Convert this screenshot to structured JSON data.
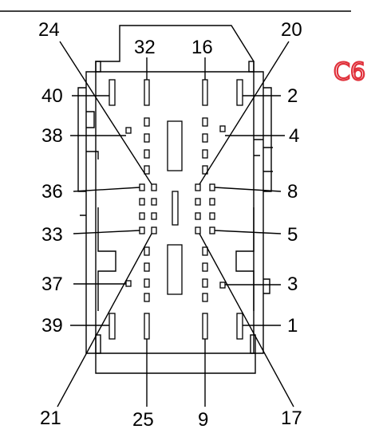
{
  "diagram": {
    "connector_code": "C6",
    "pin_labels": {
      "p1": "1",
      "p2": "2",
      "p3": "3",
      "p4": "4",
      "p5": "5",
      "p8": "8",
      "p9": "9",
      "p16": "16",
      "p17": "17",
      "p20": "20",
      "p21": "21",
      "p24": "24",
      "p25": "25",
      "p32": "32",
      "p33": "33",
      "p36": "36",
      "p37": "37",
      "p38": "38",
      "p39": "39",
      "p40": "40"
    }
  },
  "colors": {
    "line": "#000000",
    "annotation": "#e0303a",
    "background": "#ffffff"
  }
}
